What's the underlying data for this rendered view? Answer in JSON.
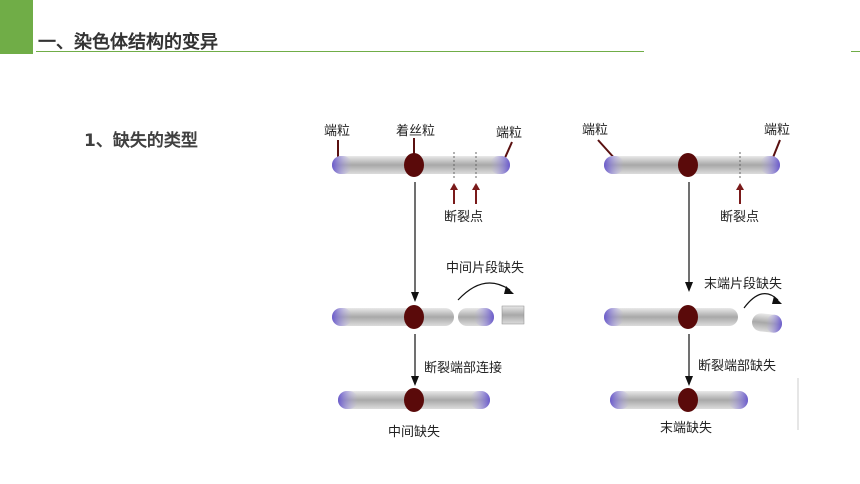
{
  "header": {
    "title": "一、染色体结构的变异"
  },
  "section": {
    "subtitle": "1、缺失的类型"
  },
  "diagram": {
    "left": {
      "label_telomere_left": "端粒",
      "label_centromere": "着丝粒",
      "label_telomere_right": "端粒",
      "label_breakpoint": "断裂点",
      "label_loss": "中间片段缺失",
      "label_rejoin": "断裂端部连接",
      "label_result": "中间缺失"
    },
    "right": {
      "label_telomere_left": "端粒",
      "label_telomere_right": "端粒",
      "label_breakpoint": "断裂点",
      "label_loss": "末端片段缺失",
      "label_lost": "断裂端部缺失",
      "label_result": "末端缺失"
    }
  }
}
